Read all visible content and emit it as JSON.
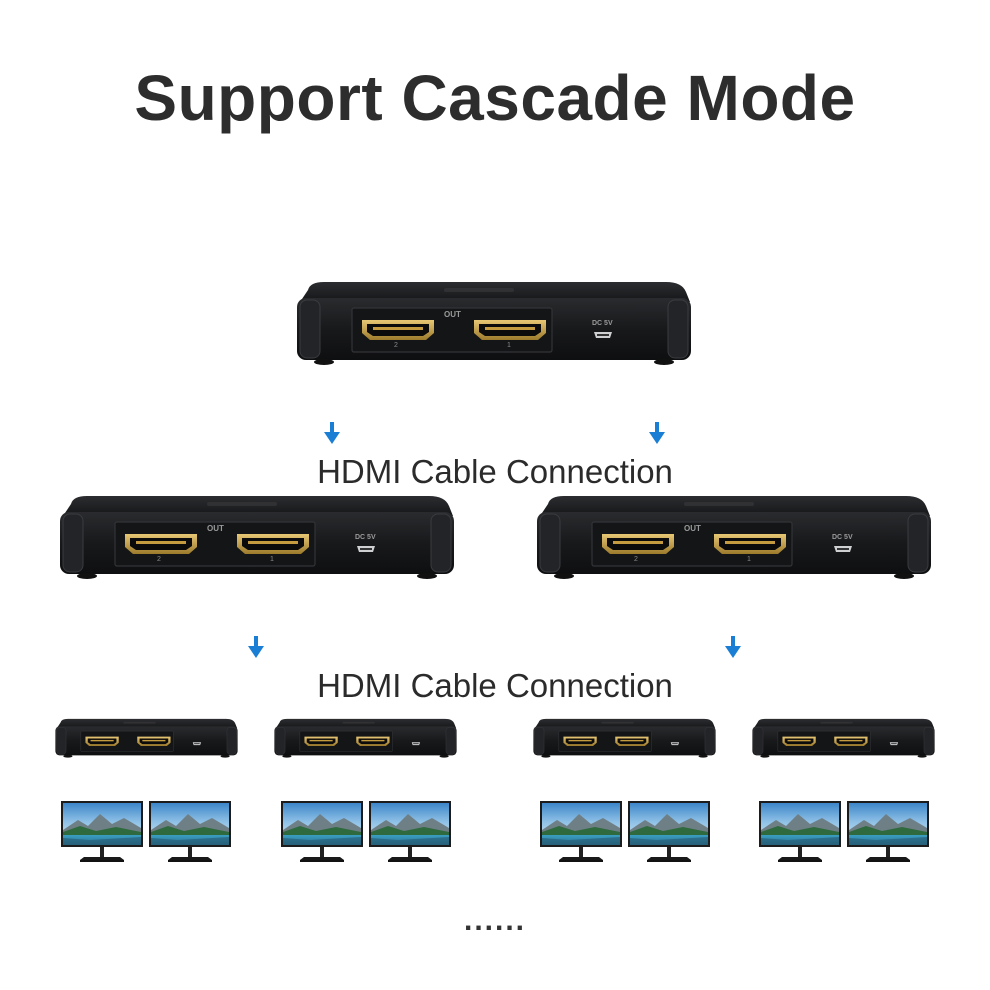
{
  "title": "Support Cascade Mode",
  "connection_label_1": "HDMI Cable Connection",
  "connection_label_2": "HDMI Cable Connection",
  "device": {
    "out_label": "OUT",
    "port2_label": "2",
    "port1_label": "1",
    "power_label": "DC 5V"
  },
  "continuation": "......",
  "colors": {
    "arrow": "#1a7fd4",
    "device_body": "#1c1d1f",
    "hdmi_gold": "#c9a24a"
  }
}
